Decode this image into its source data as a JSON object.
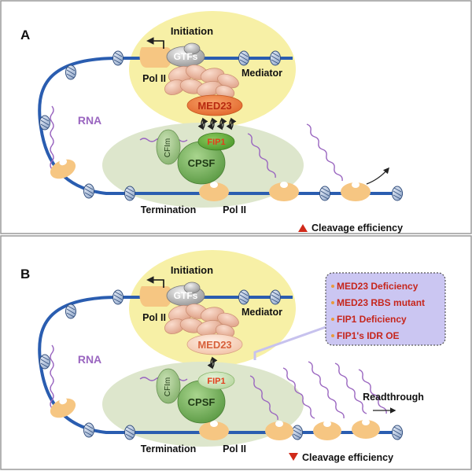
{
  "panel_a": {
    "letter": "A",
    "initiation": "Initiation",
    "gtfs": "GTFs",
    "pol2_top": "Pol II",
    "mediator": "Mediator",
    "med23": "MED23",
    "rna": "RNA",
    "fip1": "FIP1",
    "cfim": "CFIm",
    "cpsf": "CPSF",
    "termination": "Termination",
    "pol2_bottom": "Pol II",
    "cleavage": "Cleavage efficiency"
  },
  "panel_b": {
    "letter": "B",
    "initiation": "Initiation",
    "gtfs": "GTFs",
    "pol2_top": "Pol II",
    "mediator": "Mediator",
    "med23": "MED23",
    "rna": "RNA",
    "fip1": "FIP1",
    "cfim": "CFIm",
    "cpsf": "CPSF",
    "termination": "Termination",
    "pol2_bottom": "Pol II",
    "readthrough": "Readthrough",
    "cleavage": "Cleavage efficiency",
    "conditions": [
      "MED23 Deficiency",
      "MED23 RBS mutant",
      "FIP1 Deficiency",
      "FIP1's IDR OE"
    ]
  },
  "colors": {
    "dna": "#2a5db0",
    "initiation_bg": "#f7f0a6",
    "termination_bg": "#dde6cc",
    "pol2": "#f6c682",
    "med23_active": "#ef7a38",
    "med23_text_active": "#b82a10",
    "fip1_active": "#5fa83a",
    "fip1_text": "#e33d1b",
    "rna": "#9a66c0",
    "condition_box": "#cbc6f2",
    "condition_text": "#c6261c",
    "arrow_up": "#d02a1a"
  },
  "icons": [
    "nucleosome-icon",
    "pol2-icon",
    "up-arrow-icon",
    "down-arrow-icon",
    "arrow-icon"
  ]
}
